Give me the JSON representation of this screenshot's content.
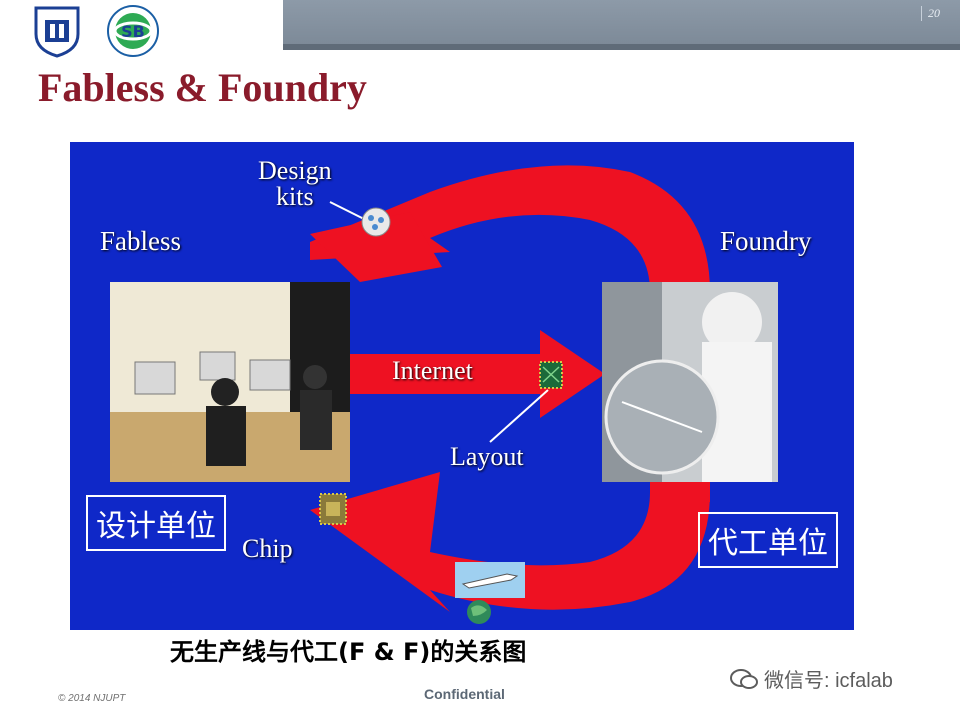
{
  "header": {
    "page_number": "20",
    "title": "Fabless & Foundry"
  },
  "diagram": {
    "label_fabless": "Fabless",
    "label_foundry": "Foundry",
    "label_design_kits": "Design\nkits",
    "label_internet": "Internet",
    "label_layout": "Layout",
    "label_chip": "Chip",
    "box_design_unit": "设计单位",
    "box_foundry_unit": "代工单位",
    "arrow_color": "#ee1122",
    "background_color": "#0f28c8"
  },
  "caption": "无生产线与代工(F & F)的关系图",
  "footer": {
    "copyright": "© 2014 NJUPT",
    "confidential": "Confidential",
    "wechat": "微信号: icfalab"
  },
  "colors": {
    "title": "#8a1b2b",
    "topbar": "#8d9aa8"
  }
}
